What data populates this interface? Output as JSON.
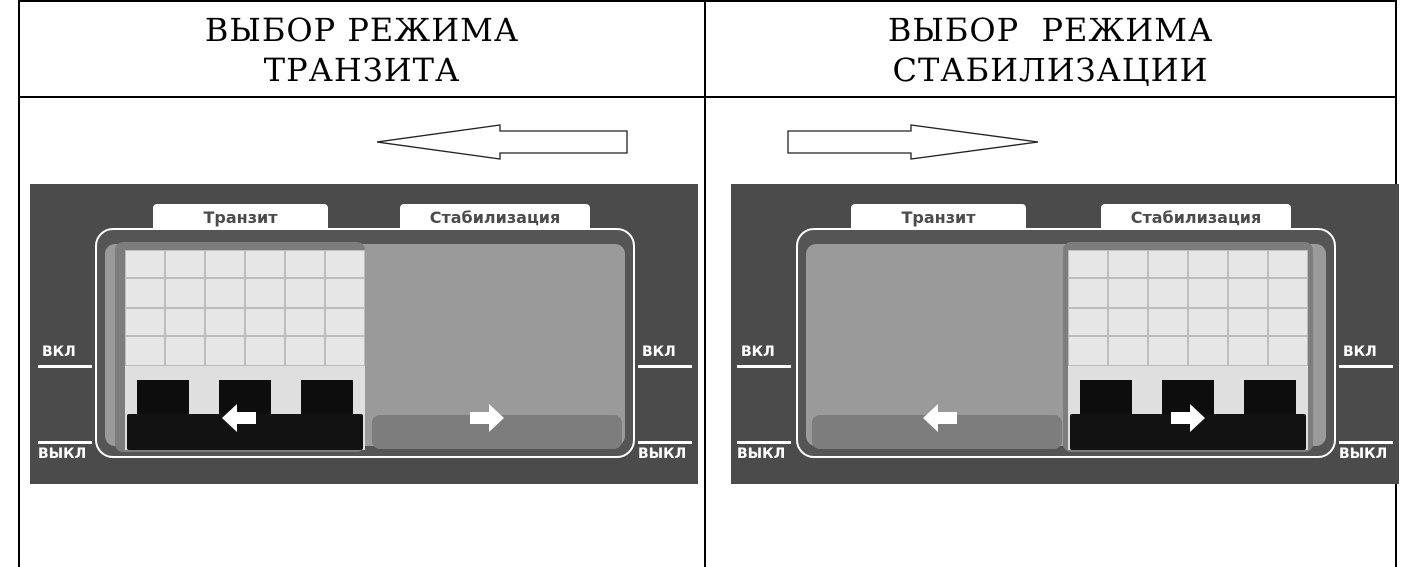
{
  "columns": [
    {
      "header_line1": "ВЫБОР РЕЖИМА",
      "header_line2": "ТРАНЗИТА",
      "arrow_direction": "left",
      "active_mode": "Транзит"
    },
    {
      "header_line1": "ВЫБОР  РЕЖИМА",
      "header_line2": "СТАБИЛИЗАЦИИ",
      "arrow_direction": "right",
      "active_mode": "Стабилизация"
    }
  ],
  "panel": {
    "tab_left": "Транзит",
    "tab_right": "Стабилизация",
    "on_label": "ВКЛ",
    "off_label": "ВЫКЛ",
    "left_arrow_icon": "arrow-left-icon",
    "right_arrow_icon": "arrow-right-icon"
  },
  "colors": {
    "panel_bg": "#4b4b4b",
    "window_bg": "#9a9a9a",
    "breaker_body": "#dfdfdf",
    "handle": "#0d0d0d"
  }
}
